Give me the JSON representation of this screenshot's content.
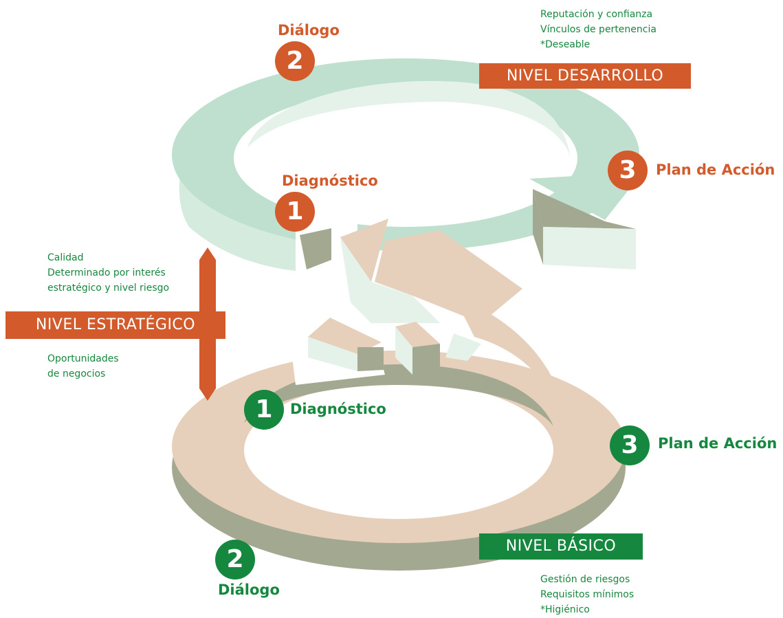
{
  "top_level": {
    "banner": "NIVEL DESARROLLO",
    "notes": [
      "Reputación y confianza",
      "Vínculos de pertenencia",
      "*Deseable"
    ],
    "steps": [
      {
        "number": "1",
        "label": "Diagnóstico"
      },
      {
        "number": "2",
        "label": "Diálogo"
      },
      {
        "number": "3",
        "label": "Plan de Acción"
      }
    ]
  },
  "strategic_level": {
    "banner": "NIVEL ESTRATÉGICO",
    "notes_above": [
      "Calidad",
      "Determinado por interés",
      "estratégico y nivel riesgo"
    ],
    "notes_below": [
      "Oportunidades",
      "de negocios"
    ]
  },
  "basic_level": {
    "banner": "NIVEL BÁSICO",
    "notes": [
      "Gestión de riesgos",
      "Requisitos mínimos",
      "*Higiénico"
    ],
    "steps": [
      {
        "number": "1",
        "label": "Diagnóstico"
      },
      {
        "number": "2",
        "label": "Diálogo"
      },
      {
        "number": "3",
        "label": "Plan de Acción"
      }
    ]
  },
  "colors": {
    "orange": "#d35a2b",
    "green": "#16873f",
    "top_ring": "#bfe0cf",
    "top_ring_light": "#e4f2ea",
    "bottom_ring": "#e6cfbb",
    "ring_side": "#a3a891"
  }
}
